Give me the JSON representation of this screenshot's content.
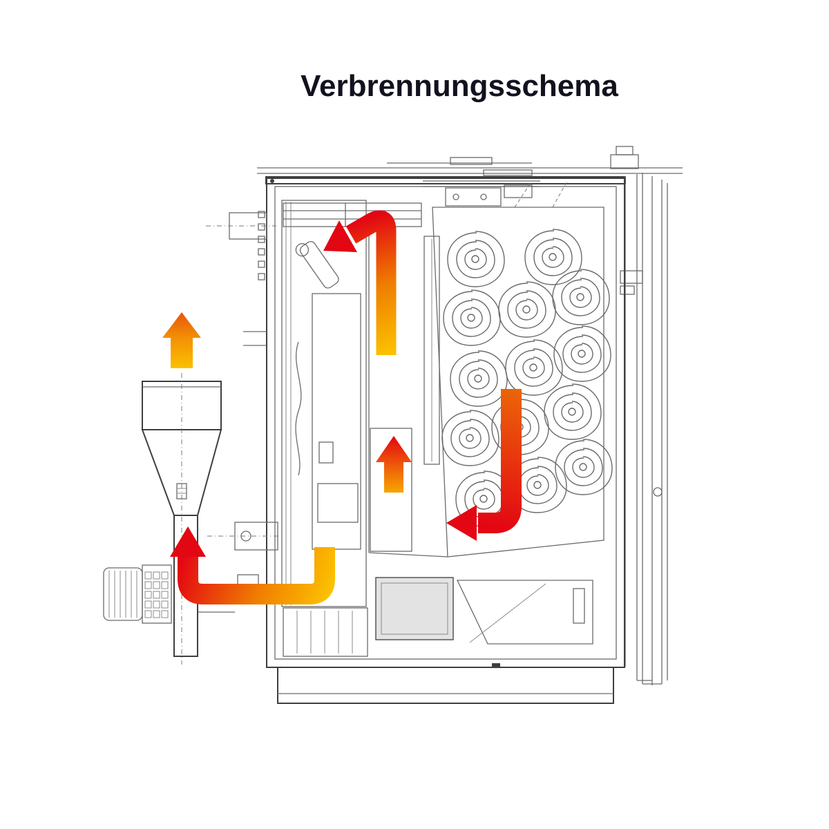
{
  "title": "Verbrennungsschema",
  "diagram": {
    "subject": "Sectional technical drawing of a pellet boiler showing the combustion gas flow",
    "arrows": [
      {
        "name": "cyclone-exhaust-arrow",
        "direction": "up"
      },
      {
        "name": "main-flue-arrow",
        "direction": "up-then-left"
      },
      {
        "name": "center-rise-arrow",
        "direction": "up"
      },
      {
        "name": "heat-exchanger-down-arrow",
        "direction": "down-then-left"
      },
      {
        "name": "bottom-return-arrow",
        "direction": "left-then-up"
      }
    ],
    "colors": {
      "flame_yellow": "#FCC200",
      "flame_orange": "#EF7D00",
      "flame_red": "#E30613",
      "line_grey": "#6a6a6a",
      "line_dark": "#3e3e3e",
      "title": "#12121f",
      "background": "#ffffff"
    }
  }
}
